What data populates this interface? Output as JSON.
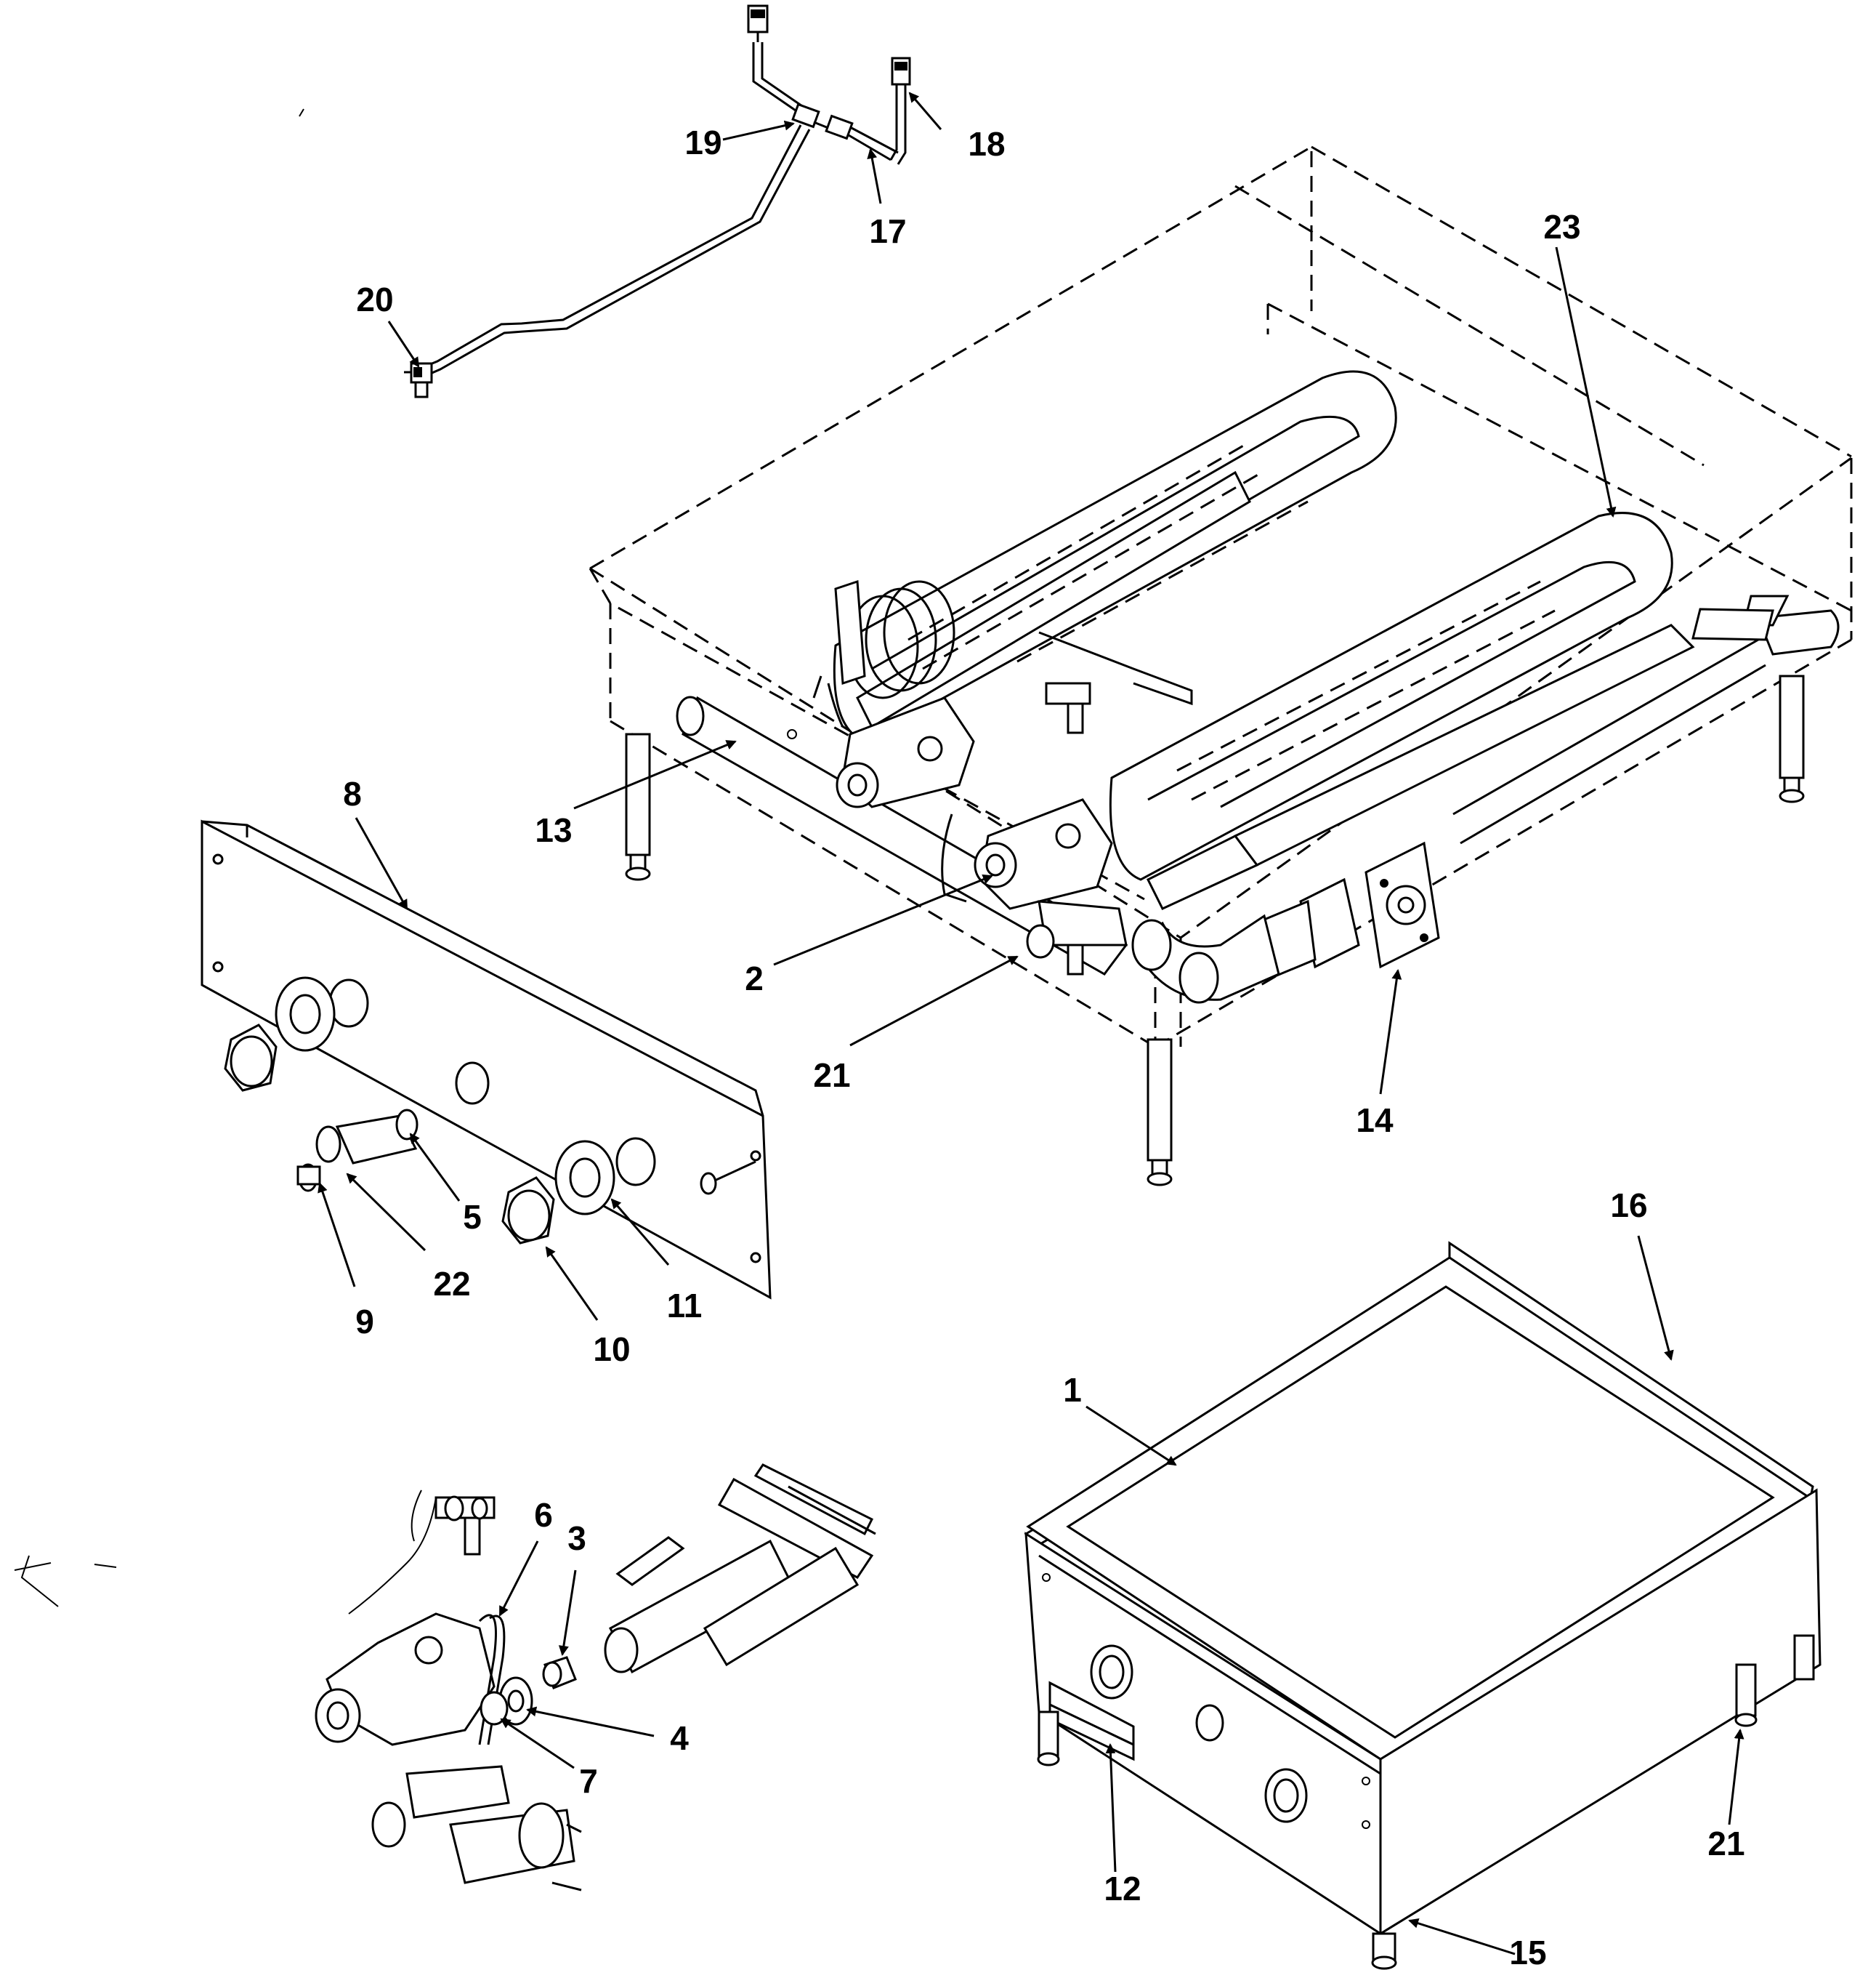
{
  "diagram": {
    "type": "exploded-parts-diagram",
    "callouts": [
      {
        "id": "1",
        "label": "1"
      },
      {
        "id": "2",
        "label": "2"
      },
      {
        "id": "3",
        "label": "3"
      },
      {
        "id": "4",
        "label": "4"
      },
      {
        "id": "5",
        "label": "5"
      },
      {
        "id": "6",
        "label": "6"
      },
      {
        "id": "7",
        "label": "7"
      },
      {
        "id": "8",
        "label": "8"
      },
      {
        "id": "9",
        "label": "9"
      },
      {
        "id": "10",
        "label": "10"
      },
      {
        "id": "11",
        "label": "11"
      },
      {
        "id": "12",
        "label": "12"
      },
      {
        "id": "13",
        "label": "13"
      },
      {
        "id": "14",
        "label": "14"
      },
      {
        "id": "15",
        "label": "15"
      },
      {
        "id": "16",
        "label": "16"
      },
      {
        "id": "17",
        "label": "17"
      },
      {
        "id": "18",
        "label": "18"
      },
      {
        "id": "19",
        "label": "19"
      },
      {
        "id": "20",
        "label": "20"
      },
      {
        "id": "21a",
        "label": "21"
      },
      {
        "id": "21b",
        "label": "21"
      },
      {
        "id": "22",
        "label": "22"
      },
      {
        "id": "23",
        "label": "23"
      }
    ]
  }
}
